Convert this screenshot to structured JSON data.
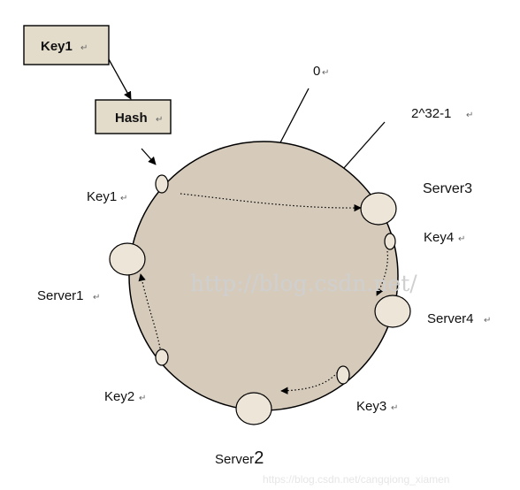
{
  "colors": {
    "ring_fill": "#d6cbbb",
    "box_fill": "#e3dccb",
    "node_fill": "#ece5d8",
    "line": "#000000"
  },
  "diagram": {
    "key_box_label": "Key1",
    "hash_box_label": "Hash",
    "ring_start_label": "0",
    "ring_end_label": "2^32-1",
    "nodes": {
      "key1": "Key1",
      "key2": "Key2",
      "key3": "Key3",
      "key4": "Key4",
      "server1": "Server1",
      "server2": "Server",
      "server2_suffix": "2",
      "server3": "Server3",
      "server4": "Server4"
    },
    "return_mark": "↵"
  },
  "watermark": {
    "center": "http://blog.csdn.net/",
    "credit": "https://blog.csdn.net/cangqiong_xiamen"
  }
}
